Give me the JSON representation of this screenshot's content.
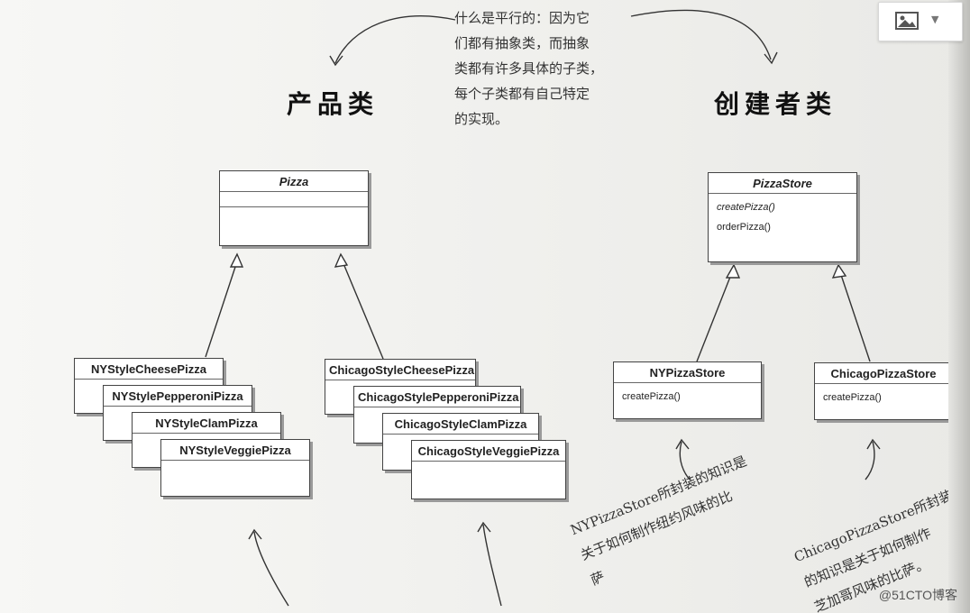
{
  "headings": {
    "products": "产品类",
    "creators": "创建者类"
  },
  "top_note": "什么是平行的：因为它\n们都有抽象类，而抽象\n类都有许多具体的子类，\n每个子类都有自己特定\n的实现。",
  "products": {
    "abstract": {
      "name": "Pizza"
    },
    "ny": [
      "NYStyleCheesePizza",
      "NYStylePepperoniPizza",
      "NYStyleClamPizza",
      "NYStyleVeggiePizza"
    ],
    "chicago": [
      "ChicagoStyleCheesePizza",
      "ChicagoStylePepperoniPizza",
      "ChicagoStyleClamPizza",
      "ChicagoStyleVeggiePizza"
    ]
  },
  "creators": {
    "abstract": {
      "name": "PizzaStore",
      "methods": [
        "createPizza()",
        "orderPizza()"
      ]
    },
    "ny": {
      "name": "NYPizzaStore",
      "method": "createPizza()"
    },
    "chicago": {
      "name": "ChicagoPizzaStore",
      "method": "createPizza()"
    }
  },
  "bottom_notes": {
    "ny": "NYPizzaStore所封装的知识是\n关于如何制作纽约风味的比\n萨",
    "chicago": "ChicagoPizzaStore所封装\n的知识是关于如何制作\n芝加哥风味的比萨。"
  },
  "toolbar": {
    "icon": "image-icon",
    "dropdown_icon": "chevron-down-icon"
  },
  "watermark": "@51CTO博客"
}
